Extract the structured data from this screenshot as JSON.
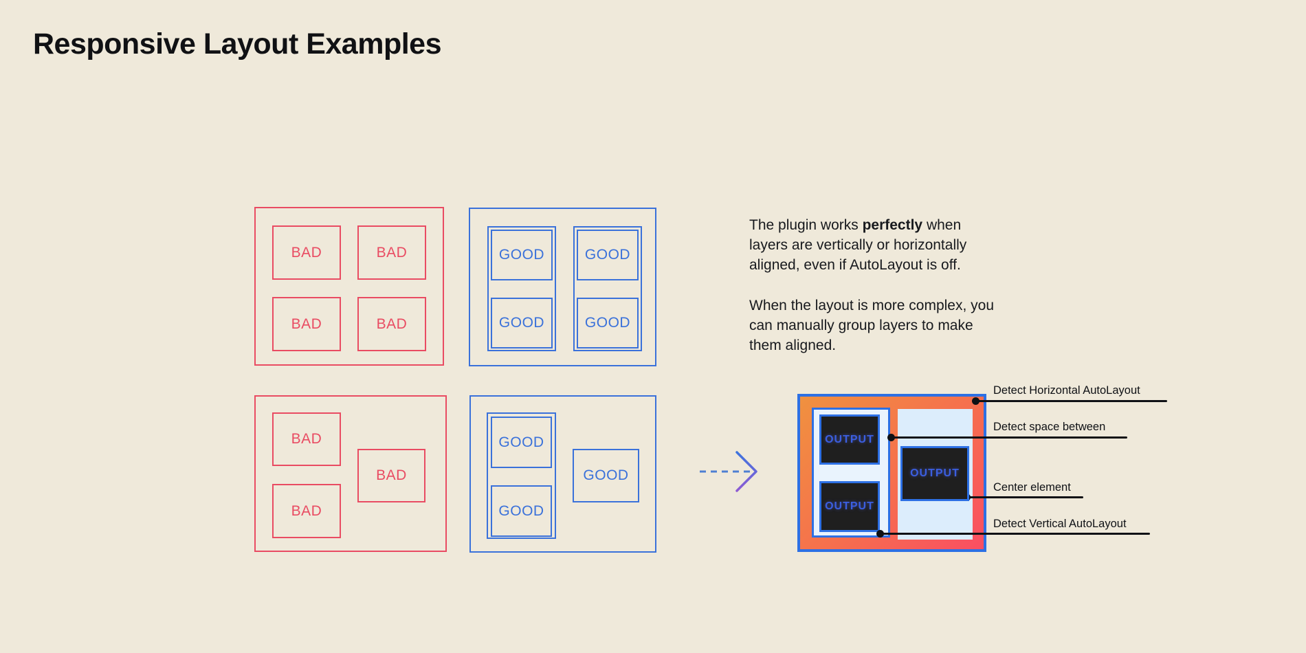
{
  "title": "Responsive Layout Examples",
  "examples": {
    "bad_grid": {
      "boxes": [
        "BAD",
        "BAD",
        "BAD",
        "BAD"
      ]
    },
    "good_grid": {
      "boxes": [
        "GOOD",
        "GOOD",
        "GOOD",
        "GOOD"
      ]
    },
    "bad_scattered": {
      "boxes": [
        "BAD",
        "BAD",
        "BAD"
      ]
    },
    "good_grouped": {
      "boxes": [
        "GOOD",
        "GOOD",
        "GOOD"
      ]
    }
  },
  "description": {
    "line1_pre": "The plugin works ",
    "line1_bold": "perfectly",
    "line1_post": " when",
    "line2": "layers are vertically or horizontally",
    "line3": "aligned, even if AutoLayout is off.",
    "line4": "When the layout is more complex, you",
    "line5": "can manually group layers to make",
    "line6": "them aligned."
  },
  "output_panel": {
    "labels": [
      "OUTPUT",
      "OUTPUT",
      "OUTPUT"
    ]
  },
  "annotations": [
    {
      "label": "Detect Horizontal AutoLayout"
    },
    {
      "label": "Detect space between"
    },
    {
      "label": "Center element"
    },
    {
      "label": "Detect Vertical AutoLayout"
    }
  ],
  "colors": {
    "background": "#EFE9DA",
    "red": "#E94B62",
    "blue": "#3A71DA",
    "panel_border": "#2D70E4",
    "panel_gradient_start": "#F0913F",
    "panel_gradient_end": "#FA4E62",
    "output_box_bg": "#1F1F1F",
    "output_text": "#3B5FE0",
    "ink": "#0F1115"
  }
}
